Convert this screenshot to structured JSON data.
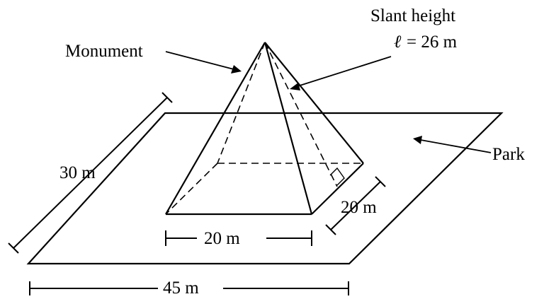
{
  "labels": {
    "monument": "Monument",
    "slant_title": "Slant height",
    "slant_symbol": "ℓ",
    "slant_value": "= 26 m",
    "park": "Park",
    "park_depth": "30 m",
    "park_width": "45 m",
    "base_front": "20 m",
    "base_side": "20 m"
  }
}
